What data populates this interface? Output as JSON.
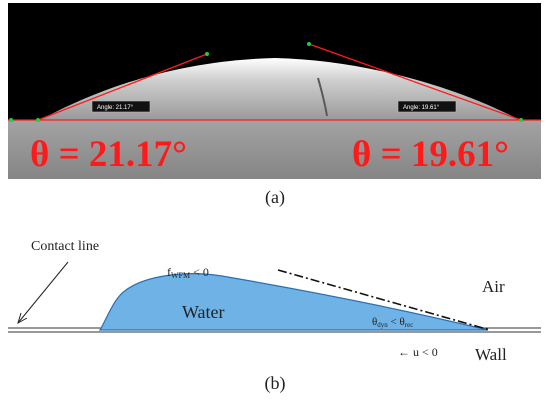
{
  "panel_a": {
    "left_box_label": "Angle: 21.17°",
    "right_box_label": "Angle: 19.61°",
    "left_angle_text": "θ = 21.17°",
    "right_angle_text": "θ = 19.61°",
    "caption": "(a)",
    "colors": {
      "background": "#000000",
      "surface": "#8f8f8f",
      "measure": "#ff1a1a",
      "markers": "#1fcf3a"
    }
  },
  "panel_b": {
    "contact_line_label": "Contact line",
    "fwfm_label": "f",
    "fwfm_sub": "WFM",
    "fwfm_rest": " < 0",
    "water_label": "Water",
    "air_label": "Air",
    "theta_label": "θ",
    "theta_sub_dyn": "dyn",
    "theta_mid": " < θ",
    "theta_sub_rec": "rec",
    "velocity_label": "← u < 0",
    "wall_label": "Wall",
    "caption": "(b)",
    "colors": {
      "water": "#6fb2e6",
      "water_edge": "#2a6fb0",
      "wall": "#333333"
    }
  }
}
